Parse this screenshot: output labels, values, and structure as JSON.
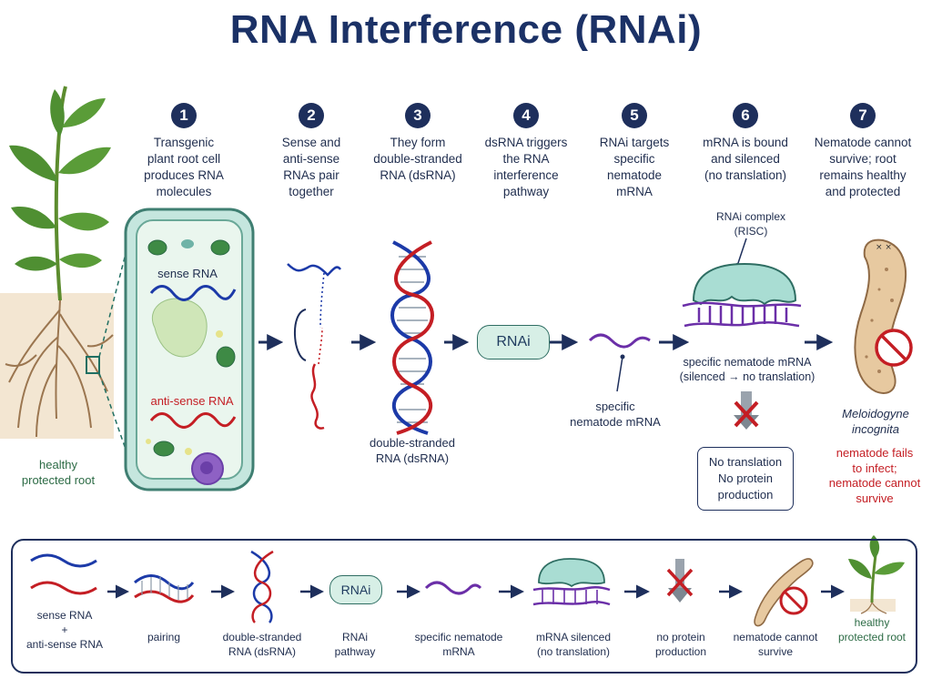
{
  "title": "RNA Interference (RNAi)",
  "steps": [
    {
      "num": "1",
      "lines": [
        "Transgenic",
        "plant root cell",
        "produces RNA",
        "molecules"
      ]
    },
    {
      "num": "2",
      "lines": [
        "Sense and",
        "anti-sense",
        "RNAs pair",
        "together"
      ]
    },
    {
      "num": "3",
      "lines": [
        "They form",
        "double-stranded",
        "RNA (dsRNA)"
      ]
    },
    {
      "num": "4",
      "lines": [
        "dsRNA triggers",
        "the RNA",
        "interference",
        "pathway"
      ]
    },
    {
      "num": "5",
      "lines": [
        "RNAi targets",
        "specific",
        "nematode",
        "mRNA"
      ]
    },
    {
      "num": "6",
      "lines": [
        "mRNA is bound",
        "and silenced",
        "(no translation)"
      ]
    },
    {
      "num": "7",
      "lines": [
        "Nematode cannot",
        "survive; root",
        "remains healthy",
        "and protected"
      ]
    }
  ],
  "labels": {
    "sense_rna": "sense RNA",
    "antisense_rna": "anti-sense RNA",
    "healthy_root": [
      "healthy",
      "protected root"
    ],
    "dsrna": [
      "double-stranded",
      "RNA (dsRNA)"
    ],
    "rnai_pill": "RNAi",
    "specific_mrna": [
      "specific",
      "nematode mRNA"
    ],
    "risc": [
      "RNAi complex",
      "(RISC)"
    ],
    "silenced_mrna": [
      "specific nematode mRNA",
      "(silenced → no translation)"
    ],
    "no_translation": [
      "No translation",
      "No protein",
      "production"
    ],
    "species": [
      "Meloidogyne",
      "incognita"
    ],
    "nematode_fails": [
      "nematode fails",
      "to infect;",
      "nematode cannot",
      "survive"
    ]
  },
  "summary": {
    "sense_plus_antisense": [
      "sense RNA",
      "+",
      "anti-sense RNA"
    ],
    "pairing": "pairing",
    "dsrna": [
      "double-stranded",
      "RNA (dsRNA)"
    ],
    "rnai_pill": "RNAi",
    "rnai_pathway": [
      "RNAi",
      "pathway"
    ],
    "specific_mrna": [
      "specific nematode",
      "mRNA"
    ],
    "mrna_silenced": [
      "mRNA silenced",
      "(no translation)"
    ],
    "no_protein": [
      "no protein",
      "production"
    ],
    "nematode_cannot": [
      "nematode cannot",
      "survive"
    ],
    "healthy_root": [
      "healthy",
      "protected root"
    ]
  },
  "colors": {
    "navy": "#1e2f5c",
    "sense_blue": "#1c3aa8",
    "antisense_red": "#c41e24",
    "mrna_purple": "#6b2fa8",
    "risc_teal": "#a9ddd3",
    "leaf_green": "#4f8f32"
  },
  "icons": [
    "plant-icon",
    "root-cell-icon",
    "dna-helix-icon",
    "risc-complex-icon",
    "nematode-icon",
    "prohibited-icon",
    "red-x-icon",
    "arrow-right-icon"
  ]
}
